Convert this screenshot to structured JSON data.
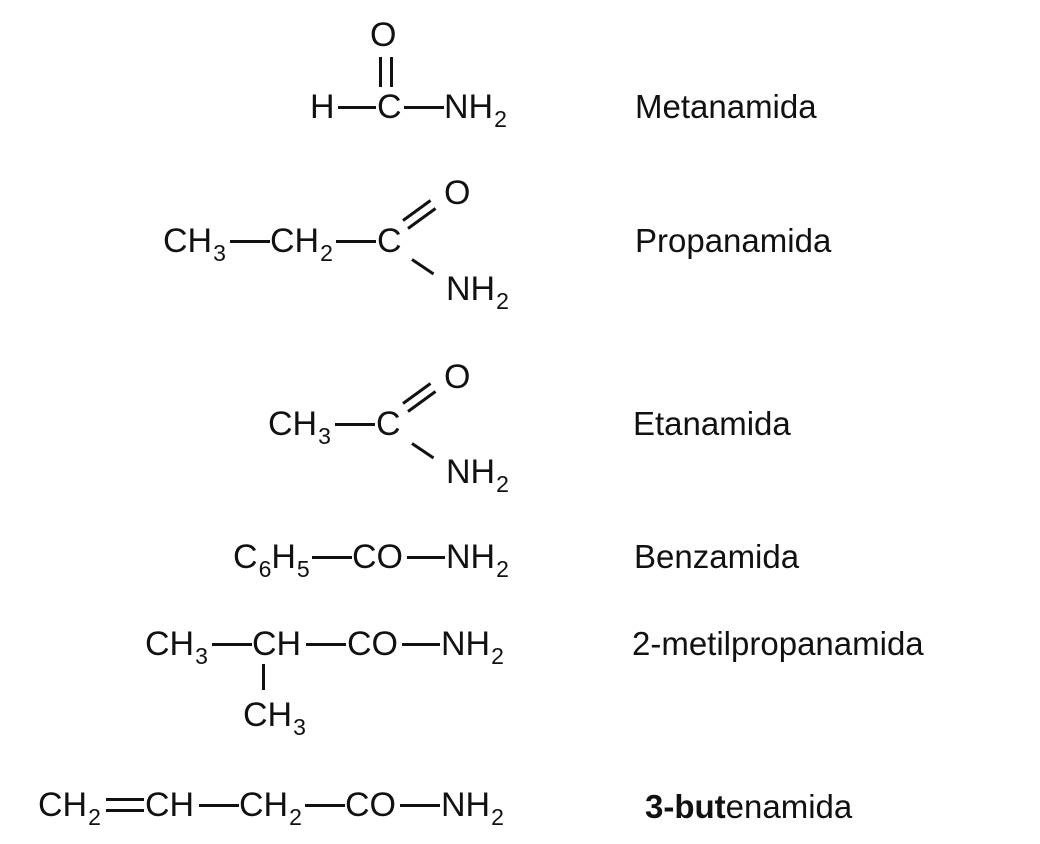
{
  "structures": [
    {
      "atoms": {
        "o": "O",
        "h": "H",
        "c": "C",
        "n": "NH",
        "n_sub": "2"
      },
      "name": "Metanamida"
    },
    {
      "atoms": {
        "ch3": "CH",
        "ch3_sub": "3",
        "ch2": "CH",
        "ch2_sub": "2",
        "c": "C",
        "o": "O",
        "n": "NH",
        "n_sub": "2"
      },
      "name": "Propanamida"
    },
    {
      "atoms": {
        "ch3": "CH",
        "ch3_sub": "3",
        "c": "C",
        "o": "O",
        "n": "NH",
        "n_sub": "2"
      },
      "name": "Etanamida"
    },
    {
      "atoms": {
        "c6": "C",
        "c6_sub": "6",
        "h5": "H",
        "h5_sub": "5",
        "co": "CO",
        "n": "NH",
        "n_sub": "2"
      },
      "name": "Benzamida"
    },
    {
      "atoms": {
        "ch3": "CH",
        "ch3_sub": "3",
        "ch": "CH",
        "co": "CO",
        "n": "NH",
        "n_sub": "2",
        "ch3b": "CH",
        "ch3b_sub": "3"
      },
      "name": "2-metilpropanamida"
    },
    {
      "atoms": {
        "ch2a": "CH",
        "ch2a_sub": "2",
        "ch": "CH",
        "ch2b": "CH",
        "ch2b_sub": "2",
        "co": "CO",
        "n": "NH",
        "n_sub": "2"
      },
      "name_bold": "3-but",
      "name_rest": "enamida"
    }
  ]
}
